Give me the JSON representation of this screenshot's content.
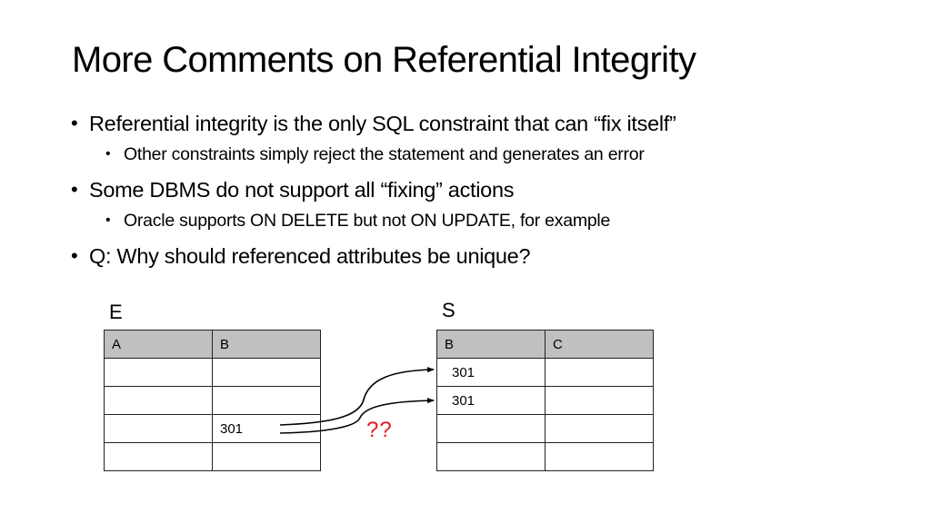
{
  "slide": {
    "title": "More Comments on Referential Integrity",
    "bullets": [
      {
        "text": "Referential integrity is the only SQL constraint that can “fix itself”",
        "sub": [
          "Other constraints simply reject the statement and generates an error"
        ]
      },
      {
        "text": "Some DBMS do not support all “fixing” actions",
        "sub": [
          "Oracle supports ON DELETE but not ON UPDATE, for example"
        ]
      },
      {
        "text": "Q: Why should referenced attributes be unique?",
        "sub": []
      }
    ]
  },
  "diagram": {
    "table_e": {
      "label": "E",
      "columns": [
        "A",
        "B"
      ],
      "rows": [
        [
          "",
          ""
        ],
        [
          "",
          ""
        ],
        [
          "",
          "301"
        ],
        [
          "",
          ""
        ]
      ]
    },
    "table_s": {
      "label": "S",
      "columns": [
        "B",
        "C"
      ],
      "rows": [
        [
          "301",
          ""
        ],
        [
          "301",
          ""
        ],
        [
          "",
          ""
        ],
        [
          "",
          ""
        ]
      ]
    },
    "question_mark_label": "??",
    "colors": {
      "header_fill": "#c0c0c0",
      "question_color": "#e31b23",
      "border": "#222222"
    }
  }
}
